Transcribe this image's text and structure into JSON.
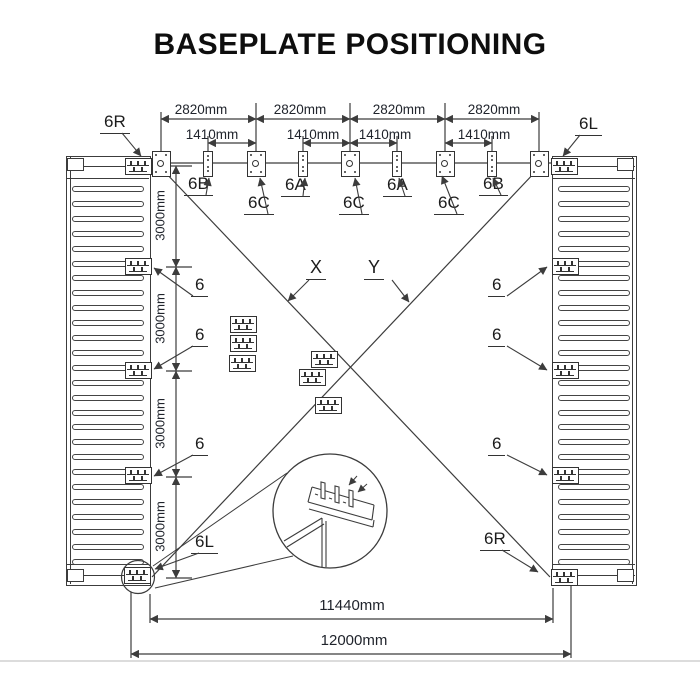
{
  "title": "BASEPLATE POSITIONING",
  "dimensions": {
    "top_spacing": [
      "2820mm",
      "2820mm",
      "2820mm",
      "2820mm"
    ],
    "mid_spacing": [
      "1410mm",
      "1410mm",
      "1410mm",
      "1410mm"
    ],
    "side_spacing": [
      "3000mm",
      "3000mm",
      "3000mm",
      "3000mm"
    ],
    "bottom_inner": "11440mm",
    "bottom_outer": "12000mm"
  },
  "labels": {
    "top_left_corner": "6R",
    "top_right_corner": "6L",
    "bottom_left_corner": "6L",
    "bottom_right_corner": "6R",
    "top_plates": [
      "6B",
      "6C",
      "6A",
      "6C",
      "6A",
      "6C",
      "6B"
    ],
    "left_side_plates": [
      "6",
      "6",
      "6"
    ],
    "right_side_plates": [
      "6",
      "6",
      "6"
    ],
    "diagonal_x": "X",
    "diagonal_y": "Y"
  },
  "colors": {
    "line": "#3c3c3c",
    "text": "#20242c",
    "background": "#ffffff"
  }
}
